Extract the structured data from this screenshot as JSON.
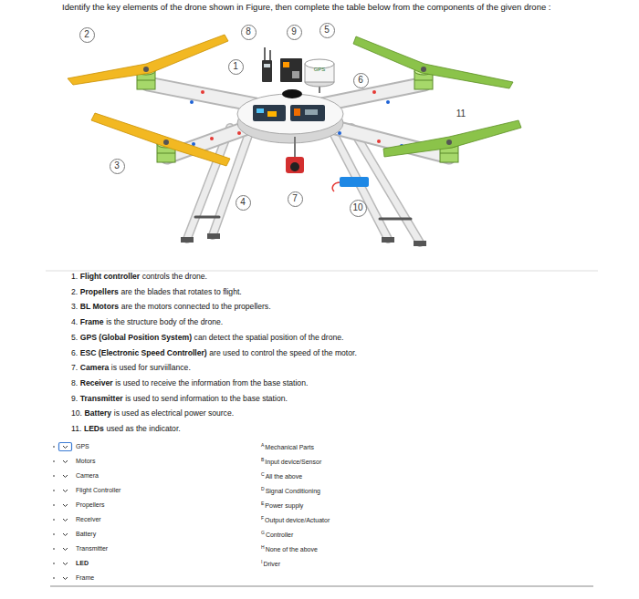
{
  "diagram": {
    "title": "Identify the key elements of the drone shown in Figure, then complete the table below from the components of the given drone :",
    "nodes": [
      {
        "text": [
          "2"
        ]
      },
      {
        "text": [
          "8"
        ]
      },
      {
        "text": [
          "9"
        ]
      },
      {
        "text": [
          "5"
        ]
      },
      {
        "text": [
          "1"
        ]
      },
      {
        "text": [
          "6"
        ]
      },
      {
        "text": [
          "3"
        ]
      },
      {
        "text": [
          "4"
        ]
      },
      {
        "text": [
          "7"
        ]
      },
      {
        "text": [
          "10"
        ]
      }
    ],
    "labels": [
      "GPS",
      "11",
      "1.",
      "Flight controller",
      "controls the drone.",
      "2.",
      "Propellers",
      "are the blades that rotates to flight.",
      "3.",
      "BL Motors",
      "are the motors connected to the propellers.",
      "4.",
      "Frame",
      "is the structure body of the drone.",
      "5.",
      "GPS (Global Position System)",
      "can detect the spatial position of the drone.",
      "6.",
      "ESC (Electronic Speed Controller)",
      "are used to control the speed of the motor.",
      "7.",
      "Camera",
      "is used for surviillance.",
      "8.",
      "Receiver",
      "is used to receive the information from the base station.",
      "9.",
      "Transmitter",
      "is used to send information to the base station.",
      "10.",
      "Battery",
      "is used as electrical power source.",
      "11.",
      "LEDs",
      "used as the indicator.",
      "GPS",
      "Motors",
      "Camera",
      "Flight Controller",
      "Propellers",
      "Receiver",
      "Battery",
      "Transmitter",
      "LED",
      "Frame",
      "A",
      "Mechanical Parts",
      "B",
      "Input device/Sensor",
      "C",
      "All the above",
      "D",
      "Signal Conditioning",
      "E",
      "Power supply",
      "F",
      "Output device/Actuator",
      "G",
      "Controller",
      "H",
      "None of the above",
      "I",
      "Driver"
    ]
  }
}
